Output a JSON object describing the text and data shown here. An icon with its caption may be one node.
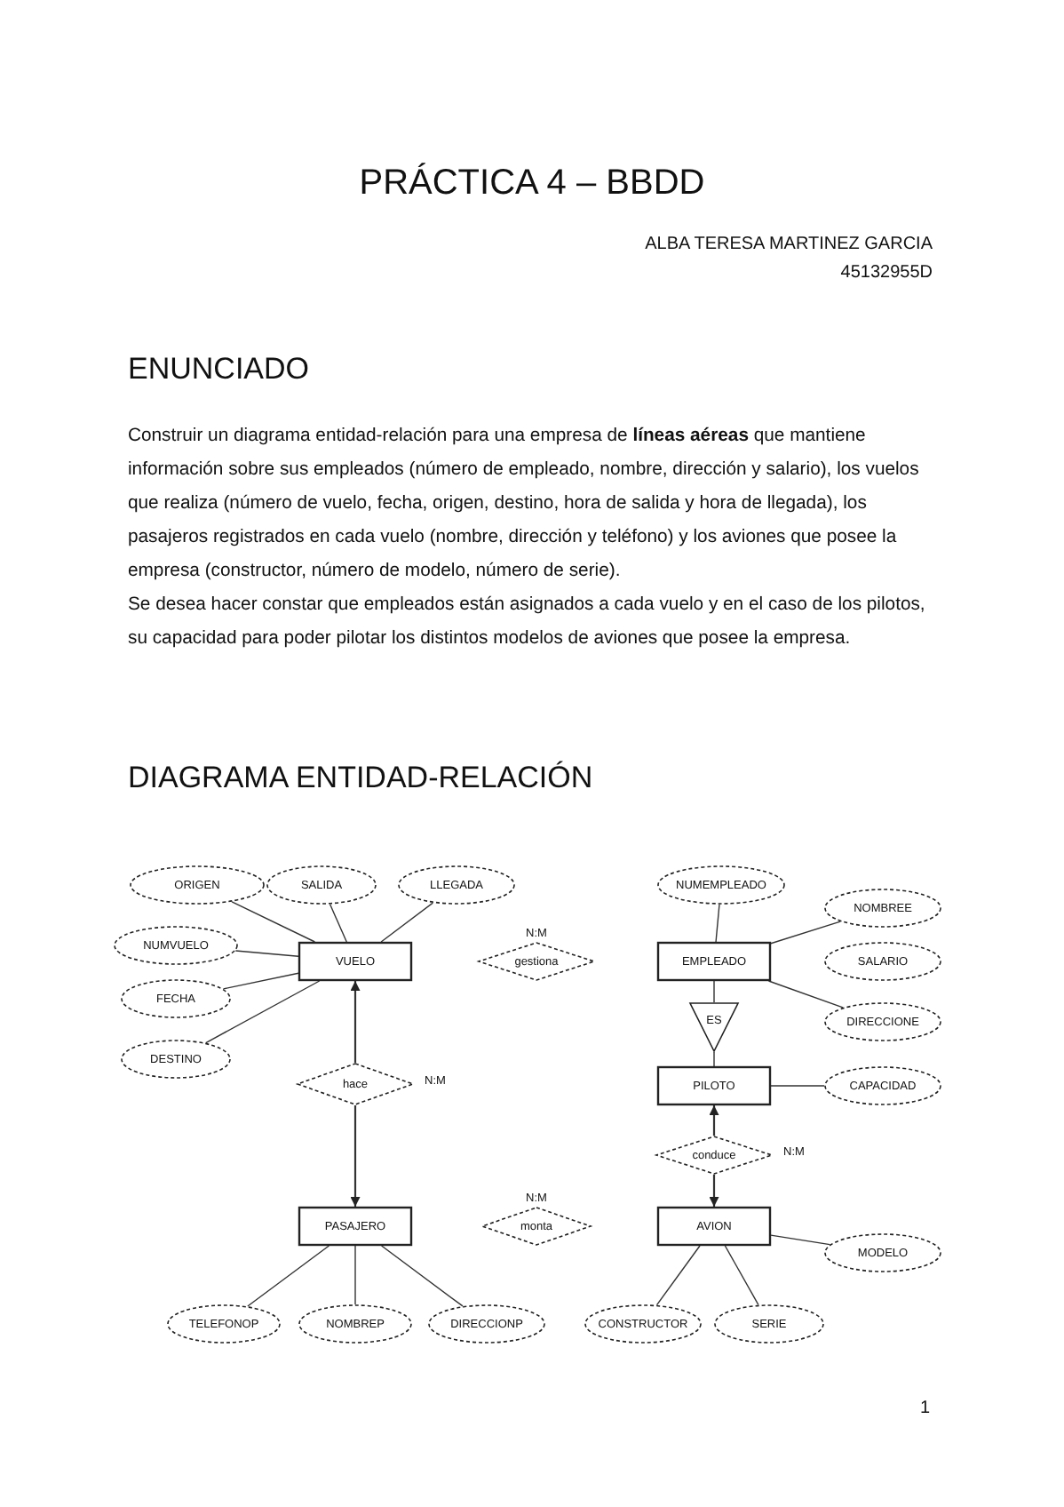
{
  "diagram": {
    "title": "PRÁCTICA 4 – BBDD",
    "nodes": [
      {
        "text": [
          "ORIGEN"
        ]
      },
      {
        "text": [
          "SALIDA"
        ]
      },
      {
        "text": [
          "LLEGADA"
        ]
      },
      {
        "text": [
          "NUMEMPLEADO"
        ]
      },
      {
        "text": [
          "NOMBREE"
        ]
      },
      {
        "text": [
          "NUMVUELO"
        ]
      },
      {
        "text": [
          "VUELO"
        ]
      },
      {
        "text": [
          "gestiona"
        ],
        "beside": [
          "N:M"
        ]
      },
      {
        "text": [
          "EMPLEADO"
        ]
      },
      {
        "text": [
          "SALARIO"
        ]
      },
      {
        "text": [
          "FECHA"
        ]
      },
      {
        "text": [
          "ES"
        ]
      },
      {
        "text": [
          "DIRECCIONE"
        ]
      },
      {
        "text": [
          "DESTINO"
        ]
      },
      {
        "text": [
          "hace"
        ],
        "beside": [
          "N:M"
        ]
      },
      {
        "text": [
          "PILOTO"
        ]
      },
      {
        "text": [
          "CAPACIDAD"
        ]
      },
      {
        "text": [
          "conduce"
        ],
        "beside": [
          "N:M"
        ]
      },
      {
        "text": [
          "PASAJERO"
        ]
      },
      {
        "text": [
          "monta"
        ],
        "beside": [
          "N:M"
        ]
      },
      {
        "text": [
          "AVION"
        ]
      },
      {
        "text": [
          "MODELO"
        ]
      },
      {
        "text": [
          "TELEFONOP"
        ]
      },
      {
        "text": [
          "NOMBREP"
        ]
      },
      {
        "text": [
          "DIRECCIONP"
        ]
      },
      {
        "text": [
          "CONSTRUCTOR"
        ]
      },
      {
        "text": [
          "SERIE"
        ]
      }
    ],
    "edges": [
      {
        "from": 0,
        "to": 6,
        "arrow": "none"
      },
      {
        "from": 1,
        "to": 6,
        "arrow": "none"
      },
      {
        "from": 2,
        "to": 6,
        "arrow": "none"
      },
      {
        "from": 5,
        "to": 6,
        "arrow": "none"
      },
      {
        "from": 10,
        "to": 6,
        "arrow": "none"
      },
      {
        "from": 13,
        "to": 6,
        "arrow": "none"
      },
      {
        "from": 3,
        "to": 8,
        "arrow": "none"
      },
      {
        "from": 4,
        "to": 8,
        "arrow": "none"
      },
      {
        "from": 12,
        "to": 8,
        "arrow": "none"
      },
      {
        "from": 8,
        "to": 11,
        "arrow": "none"
      },
      {
        "from": 11,
        "to": 15,
        "arrow": "none"
      },
      {
        "from": 15,
        "to": 16,
        "arrow": "none"
      },
      {
        "from": 14,
        "to": 6,
        "arrow": "to"
      },
      {
        "from": 14,
        "to": 18,
        "arrow": "to"
      },
      {
        "from": 17,
        "to": 15,
        "arrow": "to"
      },
      {
        "from": 17,
        "to": 20,
        "arrow": "to"
      },
      {
        "from": 20,
        "to": 21,
        "arrow": "none"
      },
      {
        "from": 18,
        "to": 22,
        "arrow": "none"
      },
      {
        "from": 18,
        "to": 23,
        "arrow": "none"
      },
      {
        "from": 18,
        "to": 24,
        "arrow": "none"
      },
      {
        "from": 20,
        "to": 25,
        "arrow": "none"
      },
      {
        "from": 20,
        "to": 26,
        "arrow": "none"
      }
    ],
    "labels": [
      "ALBA TERESA MARTINEZ GARCIA",
      "45132955D",
      "ENUNCIADO",
      "Construir un diagrama entidad-relación para una empresa de **líneas aéreas** que mantiene información sobre sus empleados (número de empleado, nombre, dirección y salario), los vuelos que realiza (número de vuelo, fecha, origen, destino, hora de salida y hora de llegada), los pasajeros registrados en cada vuelo (nombre, dirección y teléfono) y los aviones que posee la empresa (constructor, número de modelo, número de serie).",
      "Se desea hacer constar que empleados están asignados a cada vuelo y en el caso de los pilotos, su capacidad para poder pilotar los distintos modelos de aviones que posee la empresa.",
      "DIAGRAMA ENTIDAD-RELACIÓN",
      "1"
    ]
  }
}
